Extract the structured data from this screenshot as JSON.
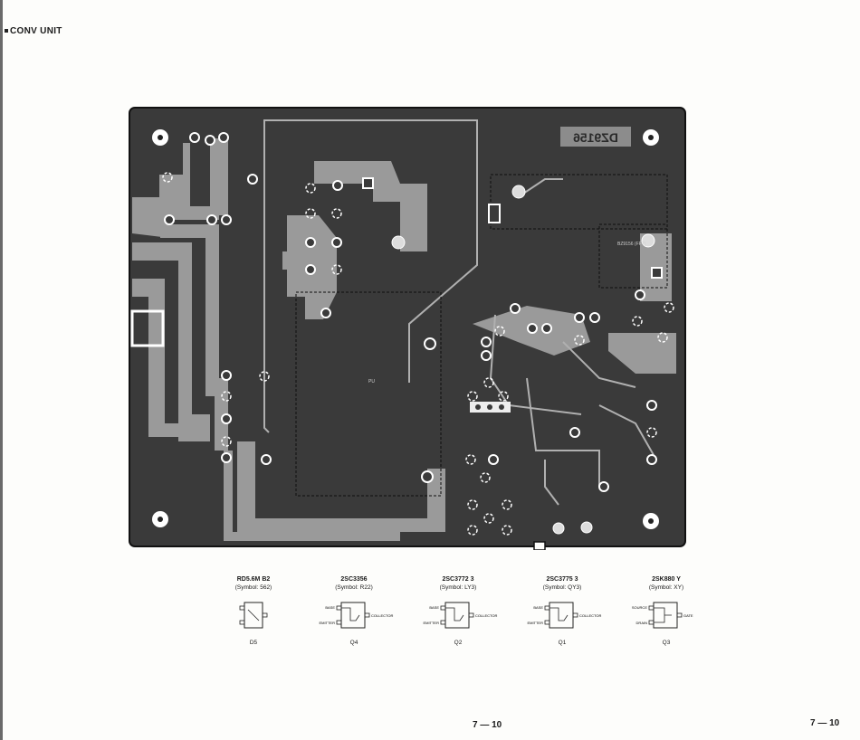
{
  "section": {
    "title": "CONV UNIT"
  },
  "board": {
    "label": "DZ9156",
    "small_label_1": "BZ9156 (FFT)",
    "small_label_2": "PU"
  },
  "components": [
    {
      "part": "RD5.6M B2",
      "symbol": "(Symbol: 562)",
      "ref": "D5",
      "pins": []
    },
    {
      "part": "2SC3356",
      "symbol": "(Symbol: R22)",
      "ref": "Q4",
      "pins": [
        "BASE",
        "EMITTER",
        "COLLECTOR"
      ]
    },
    {
      "part": "2SC3772 3",
      "symbol": "(Symbol: LY3)",
      "ref": "Q2",
      "pins": [
        "BASE",
        "EMITTER",
        "COLLECTOR"
      ]
    },
    {
      "part": "2SC3775 3",
      "symbol": "(Symbol: QY3)",
      "ref": "Q1",
      "pins": [
        "BASE",
        "EMITTER",
        "COLLECTOR"
      ]
    },
    {
      "part": "2SK880 Y",
      "symbol": "(Symbol: XY)",
      "ref": "Q3",
      "pins": [
        "SOURCE",
        "DRAIN",
        "GATE"
      ]
    }
  ],
  "footer": {
    "page_center": "7 — 10",
    "page_right": "7 — 10"
  }
}
